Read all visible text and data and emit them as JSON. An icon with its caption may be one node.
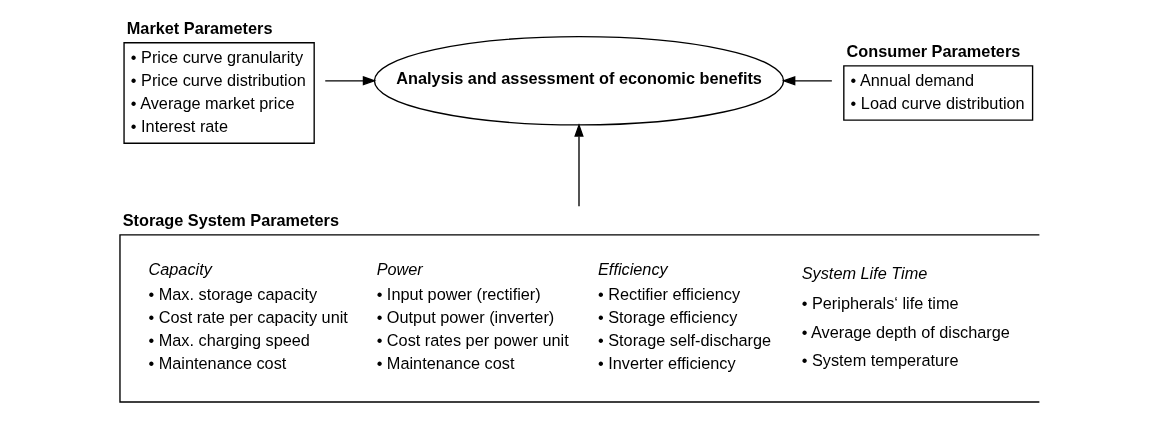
{
  "diagram": {
    "nodes": [
      {
        "text": [
          "Market Parameters",
          "• Price curve granularity",
          "• Price curve distribution",
          "• Average market price",
          "• Interest rate"
        ]
      },
      {
        "text": [
          "Analysis and assessment of economic benefits"
        ]
      },
      {
        "text": [
          "Consumer Parameters",
          "• Annual demand",
          "• Load curve distribution"
        ]
      },
      {
        "text": [
          "Storage System Parameters",
          "Capacity",
          "• Max. storage capacity",
          "• Cost rate per capacity unit",
          "• Max. charging speed",
          "• Maintenance cost",
          "Power",
          "• Input power (rectifier)",
          "• Output power (inverter)",
          "• Cost rates per power unit",
          "• Maintenance cost",
          "Efficiency",
          "• Rectifier efficiency",
          "• Storage efficiency",
          "• Storage self-discharge",
          "• Inverter efficiency",
          "System Life Time",
          "• Peripherals‘ life time",
          "• Average depth of discharge",
          "• System temperature"
        ]
      }
    ],
    "edges": [
      {
        "from": 0,
        "to": 1,
        "arrow": "to"
      },
      {
        "from": 2,
        "to": 1,
        "arrow": "to"
      },
      {
        "from": 3,
        "to": 1,
        "arrow": "to"
      }
    ]
  }
}
